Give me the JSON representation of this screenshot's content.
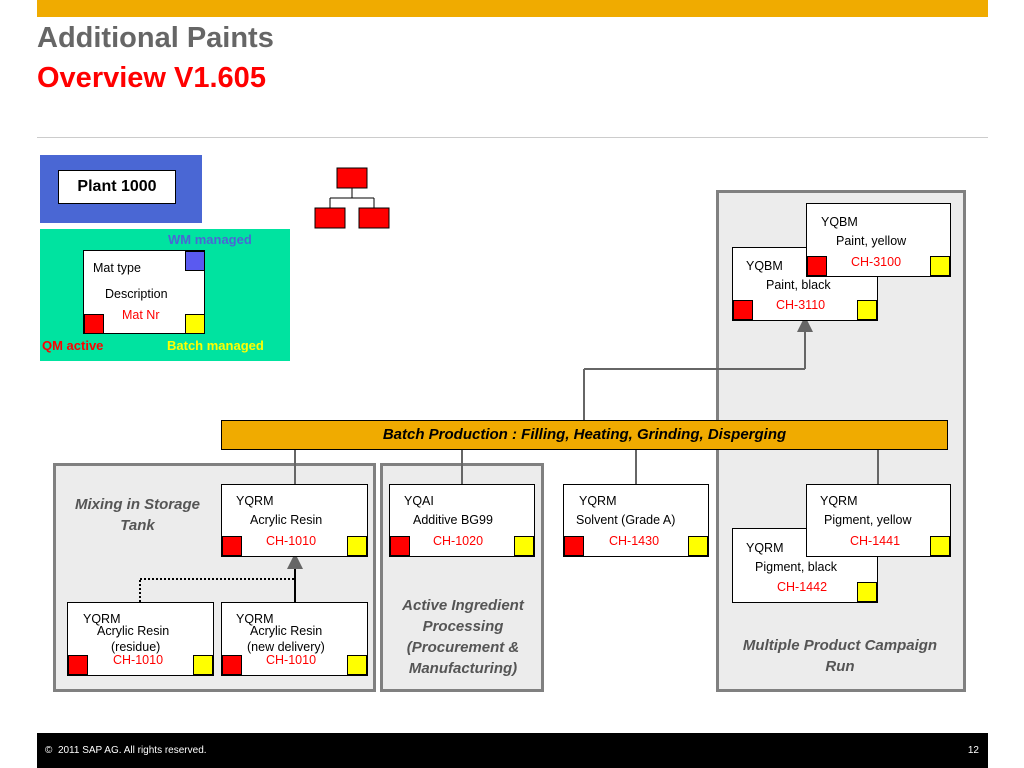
{
  "header": {
    "title": "Additional Paints",
    "subtitle": "Overview V1.605"
  },
  "legend": {
    "plant": "Plant 1000",
    "wm_managed": "WM managed",
    "mat_type": "Mat type",
    "description": "Description",
    "mat_nr": "Mat Nr",
    "qm_active": "QM active",
    "batch_managed": "Batch managed"
  },
  "production_bar": "Batch Production : Filling, Heating, Grinding, Disperging",
  "panels": {
    "mixing": "Mixing in Storage Tank",
    "active": "Active Ingredient Processing (Procurement & Manufacturing)",
    "campaign": "Multiple Product Campaign Run"
  },
  "materials": {
    "yqbm_yellow": {
      "type": "YQBM",
      "desc": "Paint, yellow",
      "code": "CH-3100"
    },
    "yqbm_black": {
      "type": "YQBM",
      "desc": "Paint, black",
      "code": "CH-3110"
    },
    "yqrm_acrylic": {
      "type": "YQRM",
      "desc": "Acrylic Resin",
      "code": "CH-1010"
    },
    "yqai_additive": {
      "type": "YQAI",
      "desc": "Additive BG99",
      "code": "CH-1020"
    },
    "yqrm_solvent": {
      "type": "YQRM",
      "desc": "Solvent (Grade A)",
      "code": "CH-1430"
    },
    "yqrm_pig_yellow": {
      "type": "YQRM",
      "desc": "Pigment, yellow",
      "code": "CH-1441"
    },
    "yqrm_pig_black": {
      "type": "YQRM",
      "desc": "Pigment, black",
      "code": "CH-1442"
    },
    "yqrm_residue": {
      "type": "YQRM",
      "desc1": "Acrylic Resin",
      "desc2": "(residue)",
      "code": "CH-1010"
    },
    "yqrm_new": {
      "type": "YQRM",
      "desc1": "Acrylic Resin",
      "desc2": "(new delivery)",
      "code": "CH-1010"
    }
  },
  "footer": {
    "copyright": "2011 SAP AG. All rights reserved.",
    "page": "12"
  },
  "colors": {
    "sap_gold": "#f0ab00",
    "qm_red": "#ff0000",
    "batch_yellow": "#ffff00",
    "wm_blue": "#5a5af0",
    "legend_green": "#00e3a0",
    "plant_blue": "#4a67d4"
  }
}
